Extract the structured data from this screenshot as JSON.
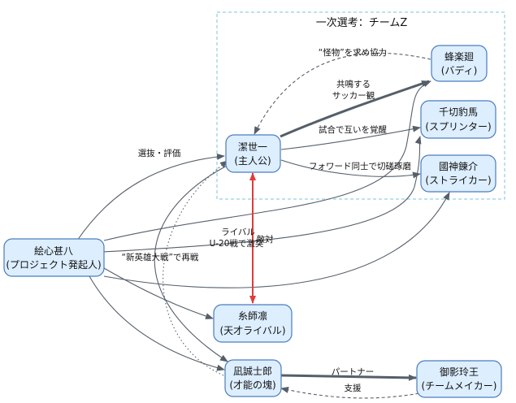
{
  "cluster": {
    "title": "一次選考：チームZ"
  },
  "nodes": {
    "isagi": {
      "line1": "潔世一",
      "line2": "(主人公)"
    },
    "bachira": {
      "line1": "蜂楽廻",
      "line2": "(バディ)"
    },
    "chigiri": {
      "line1": "千切豹馬",
      "line2": "(スプリンター)"
    },
    "kunigami": {
      "line1": "國神錬介",
      "line2": "(ストライカー)"
    },
    "ego": {
      "line1": "絵心甚八",
      "line2": "(プロジェクト発起人)"
    },
    "rin": {
      "line1": "糸師凛",
      "line2": "(天才ライバル)"
    },
    "nagi": {
      "line1": "凪誠士郎",
      "line2": "(才能の塊)"
    },
    "reo": {
      "line1": "御影玲王",
      "line2": "(チームメイカー)"
    }
  },
  "edges": {
    "bachira_isagi": "“怪物”を求め協力",
    "isagi_bachira_1": "共鳴する",
    "isagi_bachira_2": "サッカー観",
    "isagi_chigiri": "試合で互いを覚醒",
    "isagi_kunigami": "フォワード同士で切磋琢磨",
    "ego_isagi": "選抜・評価",
    "rivalry_1": "ライバル",
    "rivalry_2": "U-20戦で激突",
    "rivalry_3": "敵対",
    "ego_rin": "“新英雄大戦”で再戦",
    "nagi_reo": "パートナー",
    "reo_nagi": "支援"
  }
}
